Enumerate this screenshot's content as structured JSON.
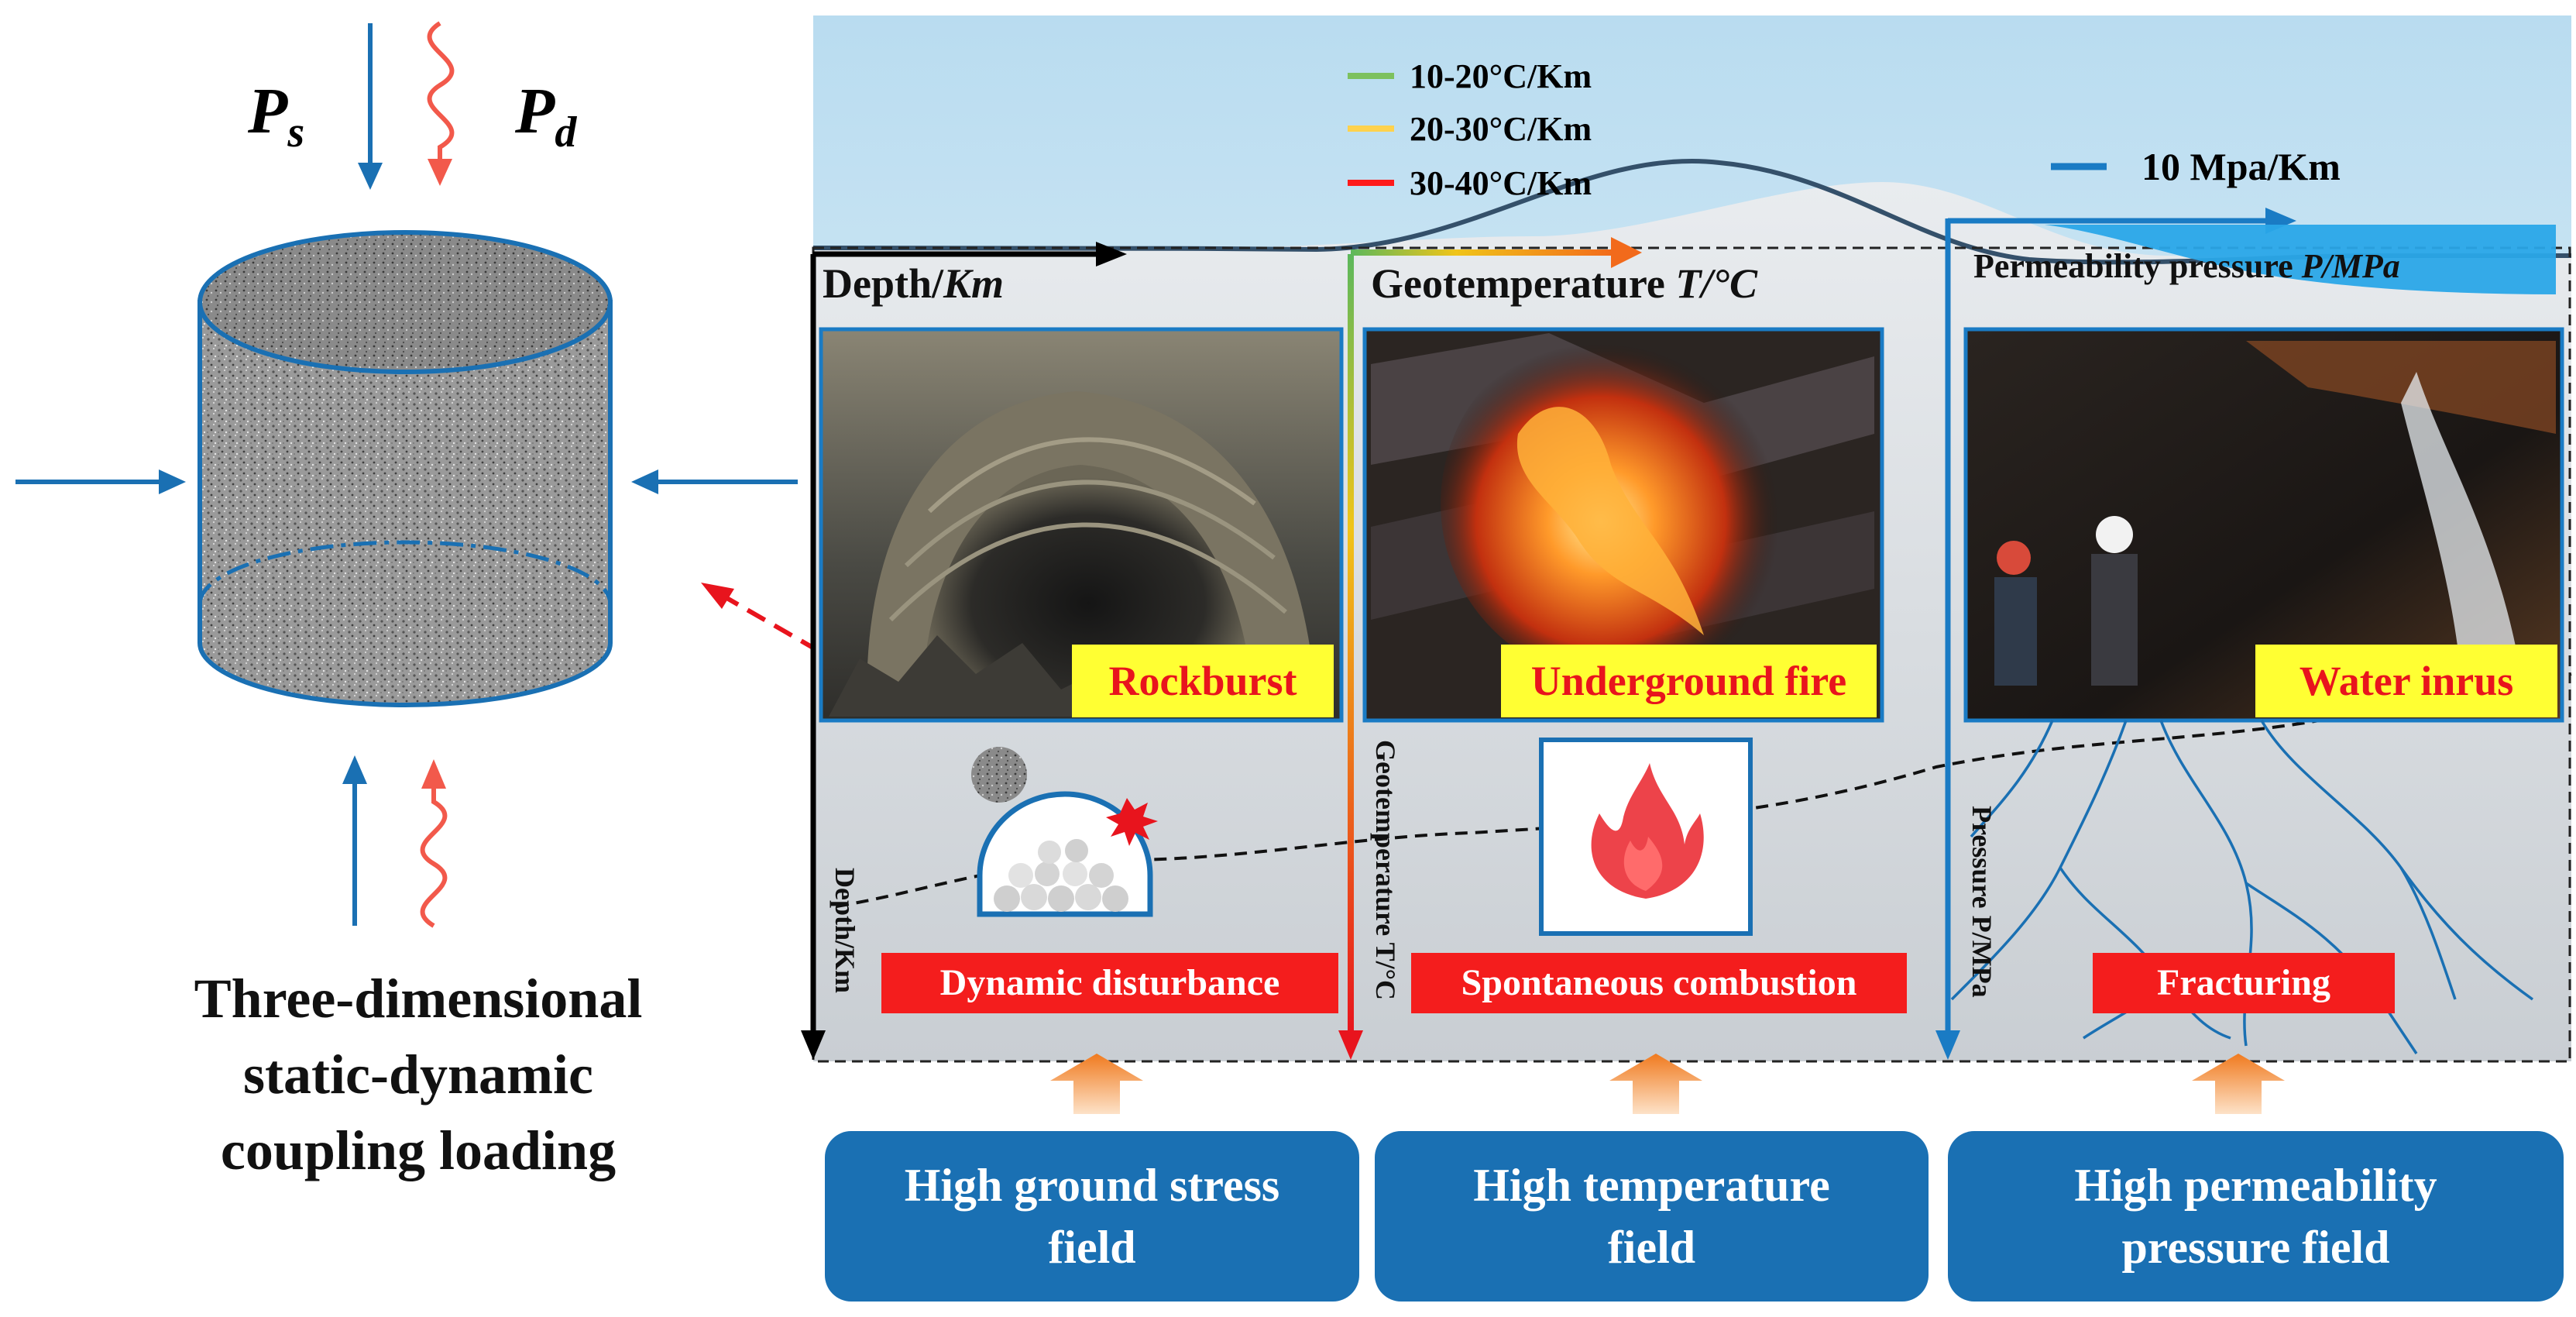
{
  "left_panel": {
    "static_load_symbol": "P",
    "static_load_subscript": "s",
    "dynamic_load_symbol": "P",
    "dynamic_load_subscript": "d",
    "caption_line1": "Three-dimensional",
    "caption_line2": "static-dynamic",
    "caption_line3": "coupling loading"
  },
  "legend": {
    "items": [
      {
        "label": "10-20°C/Km",
        "color": "#7dc15e"
      },
      {
        "label": "20-30°C/Km",
        "color": "#ffd24d"
      },
      {
        "label": "30-40°C/Km",
        "color": "#ff1a1a"
      }
    ],
    "pressure_label": "10 Mpa/Km",
    "pressure_color": "#1a7bc4"
  },
  "axes": {
    "depth_title": "Depth/",
    "depth_unit": "Km",
    "depth_vertical": "Depth/Km",
    "geotemp_title": "Geotemperature ",
    "geotemp_unit": "T/°C",
    "geotemp_vertical": "Geotemperature  T/°C",
    "permeability_title": "Permeability pressure ",
    "permeability_unit": "P/MPa",
    "pressure_vertical": "Pressure P/MPa"
  },
  "hazards": {
    "rockburst": "Rockburst",
    "underground_fire": "Underground fire",
    "water_inrush": "Water inrus"
  },
  "mechanisms": {
    "dynamic_disturbance": "Dynamic disturbance",
    "spontaneous_combustion": "Spontaneous combustion",
    "fracturing": "Fracturing"
  },
  "fields": {
    "stress_line1": "High ground stress",
    "stress_line2": "field",
    "temperature_line1": "High temperature",
    "temperature_line2": "field",
    "permeability_line1": "High permeability",
    "permeability_line2": "pressure field"
  },
  "colors": {
    "accent_blue": "#1a70b3",
    "hazard_red": "#e8141d",
    "label_yellow": "#ffff33",
    "arrow_orange": "#f28c3a"
  }
}
